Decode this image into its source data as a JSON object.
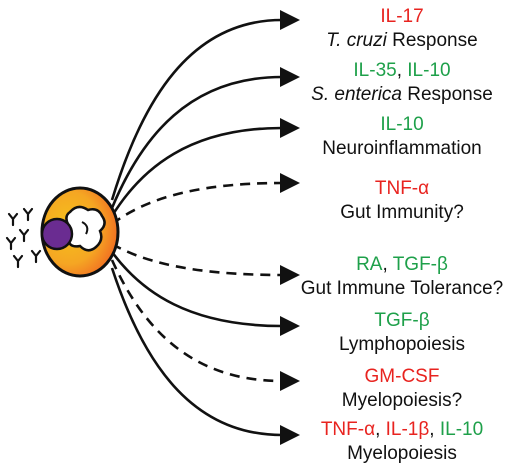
{
  "colors": {
    "red": "#e8231f",
    "green": "#1ea04a",
    "purple": "#6a2c91",
    "cell_inner": "#f5c21b",
    "cell_outer": "#f05a22"
  },
  "labels": [
    {
      "cytokines": [
        {
          "text": "IL-17",
          "color": "red"
        }
      ],
      "line2_italic": "T. cruzi",
      "line2": " Response",
      "arrow": "solid"
    },
    {
      "cytokines": [
        {
          "text": "IL-35",
          "color": "green"
        },
        {
          "text": ", ",
          "color": "black"
        },
        {
          "text": "IL-10",
          "color": "green"
        }
      ],
      "line2_italic": "S. enterica",
      "line2": " Response",
      "arrow": "solid"
    },
    {
      "cytokines": [
        {
          "text": "IL-10",
          "color": "green"
        }
      ],
      "line2_italic": "",
      "line2": "Neuroinflammation",
      "arrow": "solid"
    },
    {
      "cytokines": [
        {
          "text": "TNF-α",
          "color": "red"
        }
      ],
      "line2_italic": "",
      "line2": "Gut Immunity?",
      "arrow": "dashed"
    },
    {
      "cytokines": [
        {
          "text": "RA",
          "color": "green"
        },
        {
          "text": ", ",
          "color": "black"
        },
        {
          "text": "TGF-β",
          "color": "green"
        }
      ],
      "line2_italic": "",
      "line2": "Gut Immune Tolerance?",
      "arrow": "dashed"
    },
    {
      "cytokines": [
        {
          "text": "TGF-β",
          "color": "green"
        }
      ],
      "line2_italic": "",
      "line2": "Lymphopoiesis",
      "arrow": "solid"
    },
    {
      "cytokines": [
        {
          "text": "GM-CSF",
          "color": "red"
        }
      ],
      "line2_italic": "",
      "line2": "Myelopoiesis?",
      "arrow": "dashed"
    },
    {
      "cytokines": [
        {
          "text": "TNF-α",
          "color": "red"
        },
        {
          "text": ", ",
          "color": "black"
        },
        {
          "text": "IL-1β",
          "color": "red"
        },
        {
          "text": ", ",
          "color": "black"
        },
        {
          "text": "IL-10",
          "color": "green"
        }
      ],
      "line2_italic": "",
      "line2": "Myelopoiesis",
      "arrow": "solid"
    }
  ]
}
